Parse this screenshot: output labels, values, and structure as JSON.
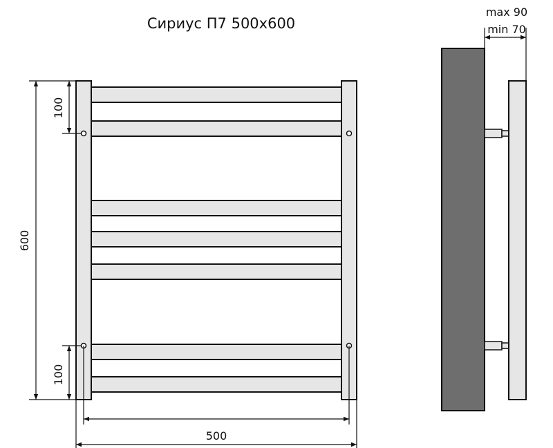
{
  "title": "Сириус П7 500х600",
  "dimensions": {
    "height_total": "600",
    "top_offset": "100",
    "bottom_offset": "100",
    "width_total": "500",
    "depth_max": "max 90",
    "depth_min": "min 70"
  },
  "colors": {
    "outline": "#111111",
    "fill_light": "#e6e6e6",
    "wall": "#6e6e6e"
  }
}
